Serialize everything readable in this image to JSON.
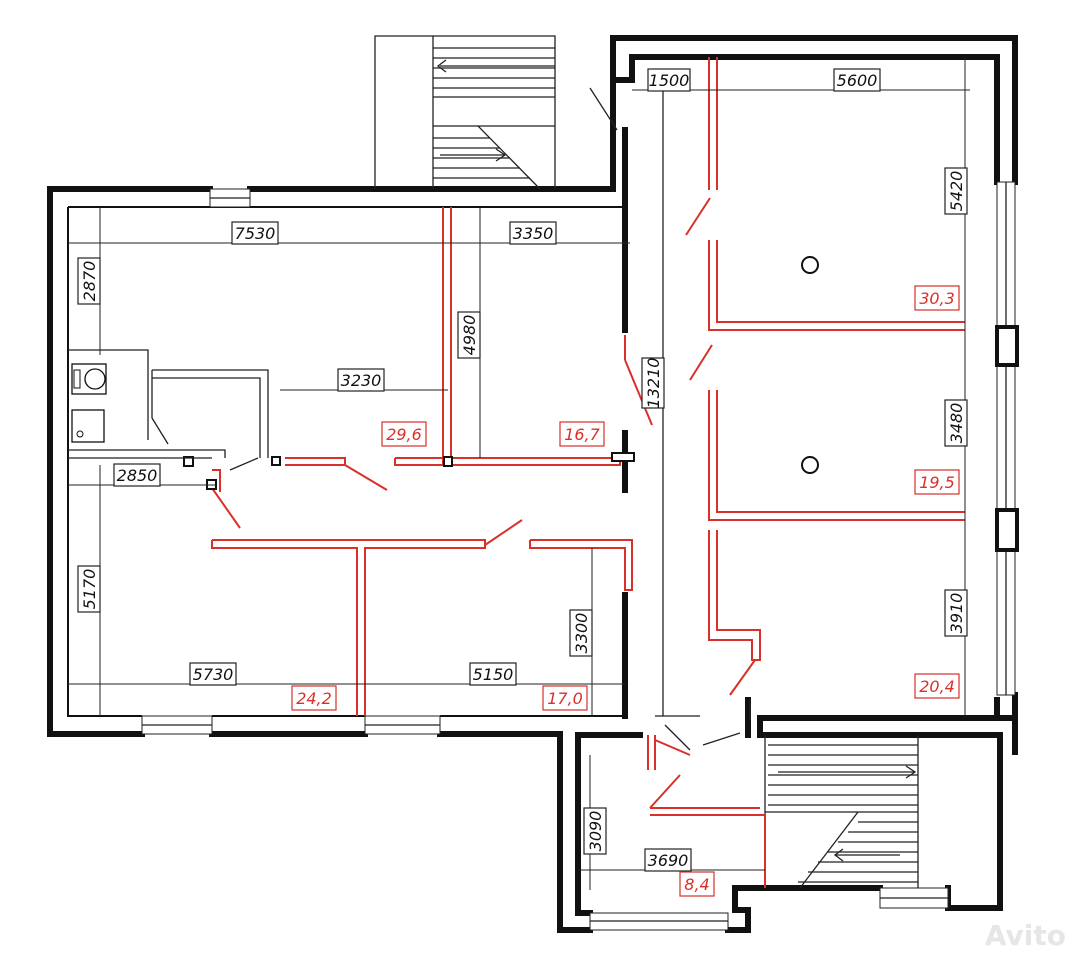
{
  "plan": {
    "dimensions": [
      "1500",
      "5600",
      "7530",
      "3350",
      "5420",
      "2870",
      "4980",
      "3230",
      "13210",
      "3480",
      "2850",
      "5170",
      "3300",
      "3910",
      "5730",
      "5150",
      "3090",
      "3690"
    ],
    "areas": [
      "30,3",
      "29,6",
      "16,7",
      "19,5",
      "20,4",
      "24,2",
      "17,0",
      "8,4"
    ]
  },
  "watermark": "Avito"
}
